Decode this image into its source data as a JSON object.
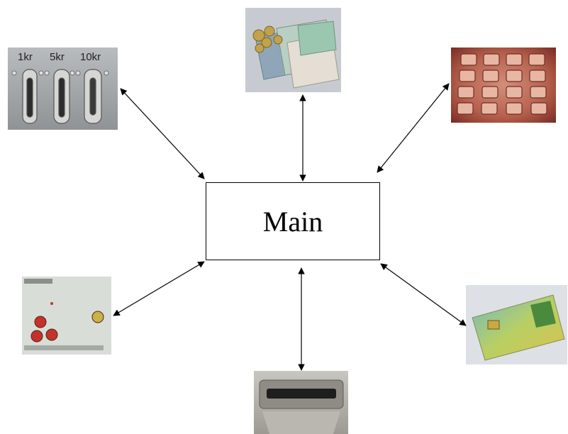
{
  "main": {
    "label": "Main"
  },
  "coin_slots": {
    "labels": [
      "1kr",
      "5kr",
      "10kr"
    ]
  },
  "colors": {
    "line": "#000000",
    "box_border": "#000000"
  }
}
